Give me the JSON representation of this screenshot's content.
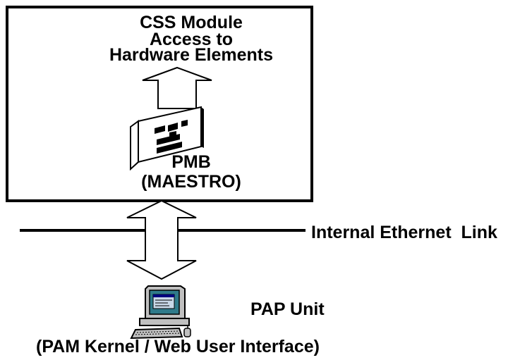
{
  "module": {
    "title": "CSS Module",
    "subtitle_line1": "Access to",
    "subtitle_line2": "Hardware Elements"
  },
  "board": {
    "name": "PMB",
    "detail": "(MAESTRO)"
  },
  "network": {
    "label": "Internal Ethernet  Link"
  },
  "workstation": {
    "name": "PAP Unit",
    "detail": "(PAM Kernel / Web User Interface)"
  },
  "colors": {
    "line": "#000000",
    "background": "#ffffff",
    "screen": "#2f7a8a",
    "screen_window": "#c8d8e8"
  }
}
